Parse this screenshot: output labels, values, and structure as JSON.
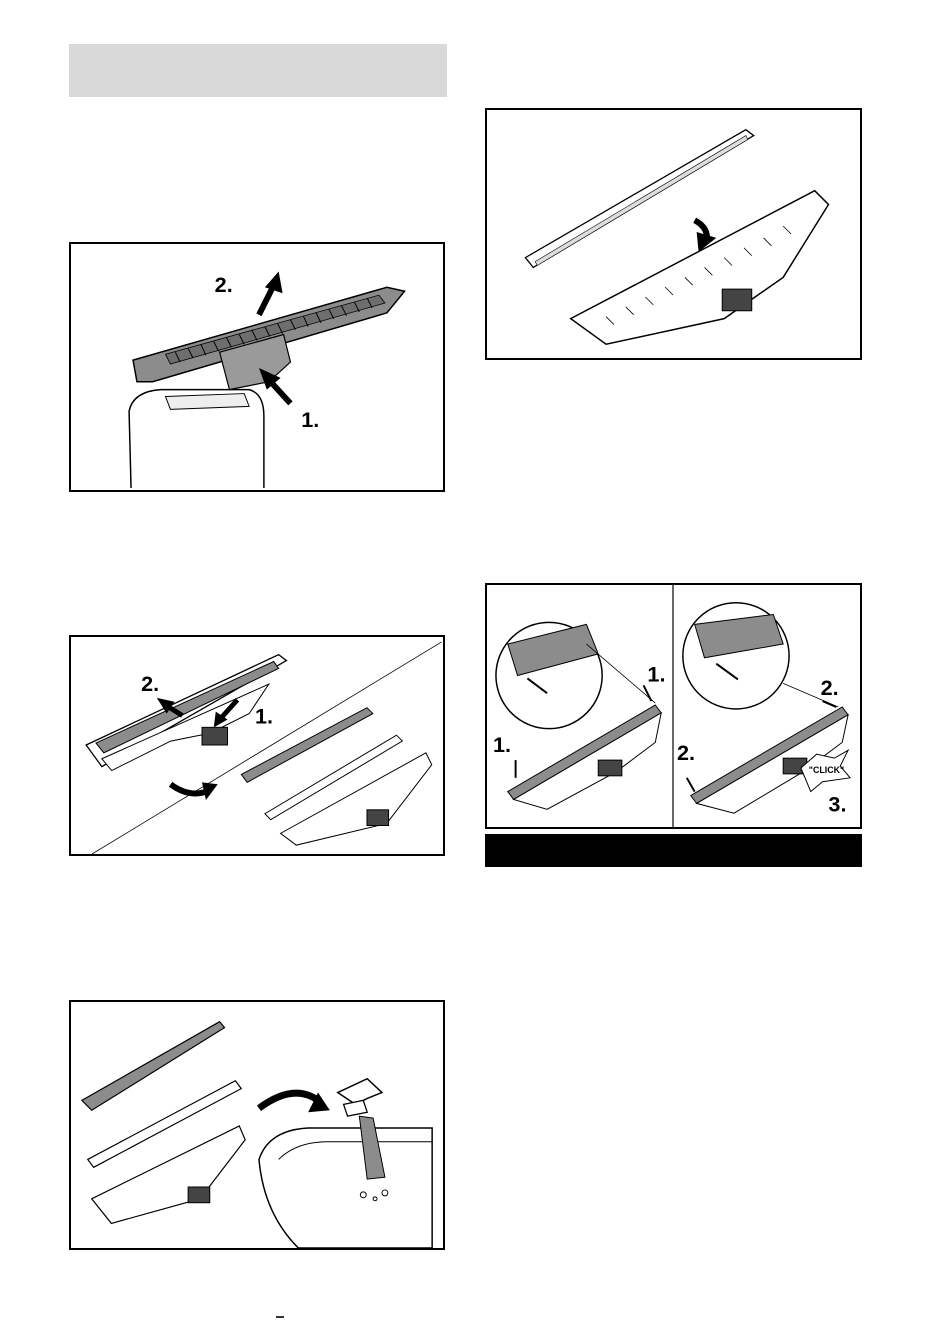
{
  "figures": {
    "fig1": {
      "label_1": "1.",
      "label_2": "2."
    },
    "fig2": {
      "label_1": "1.",
      "label_2": "2."
    },
    "fig4": {
      "label_1": "1.",
      "label_2": "2.",
      "label_3": "3.",
      "click": "\"CLICK\""
    }
  },
  "colors": {
    "gray_bar": "#d9d9d9",
    "black_bar": "#000000",
    "part_gray": "#8c8c8c"
  }
}
